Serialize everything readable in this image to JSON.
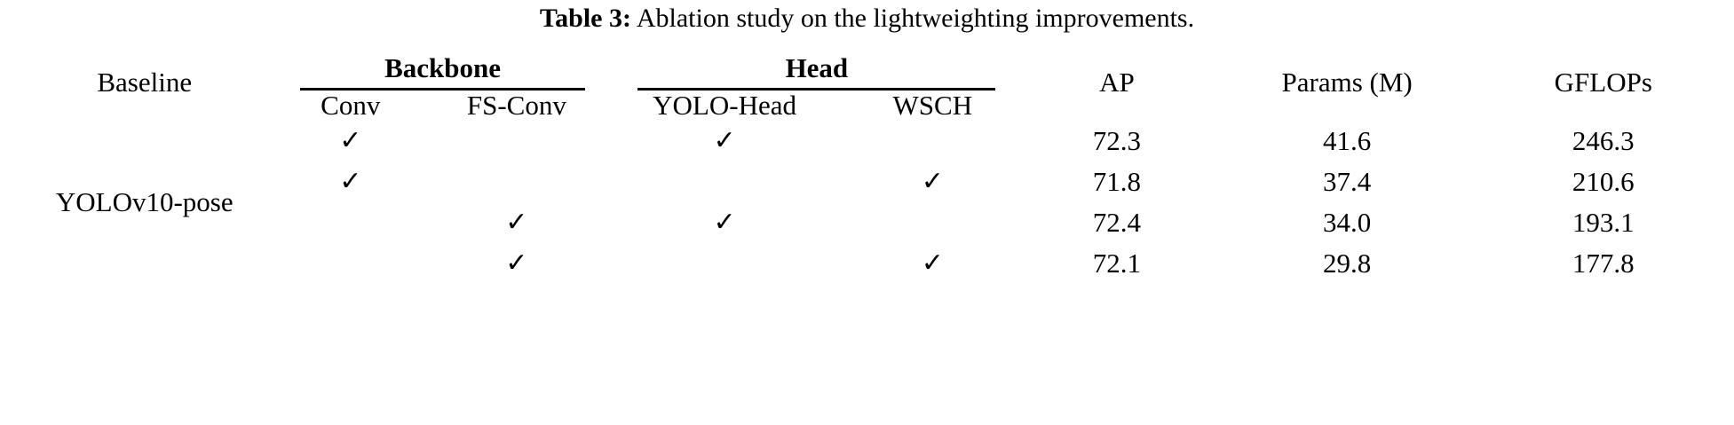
{
  "caption": {
    "label": "Table 3:",
    "text": "Ablation study on the lightweighting improvements."
  },
  "table": {
    "group_headers": {
      "baseline": "Baseline",
      "backbone": "Backbone",
      "head": "Head",
      "ap": "AP",
      "params": "Params (M)",
      "gflops": "GFLOPs"
    },
    "sub_headers": {
      "conv": "Conv",
      "fs_conv": "FS-Conv",
      "yolo_head": "YOLO-Head",
      "wsch": "WSCH"
    },
    "baseline_value": "YOLOv10-pose",
    "check_glyph": "✓",
    "rows": [
      {
        "conv": "✓",
        "fs_conv": "",
        "yolo_head": "✓",
        "wsch": "",
        "ap": "72.3",
        "params": "41.6",
        "gflops": "246.3"
      },
      {
        "conv": "✓",
        "fs_conv": "",
        "yolo_head": "",
        "wsch": "✓",
        "ap": "71.8",
        "params": "37.4",
        "gflops": "210.6"
      },
      {
        "conv": "",
        "fs_conv": "✓",
        "yolo_head": "✓",
        "wsch": "",
        "ap": "72.4",
        "params": "34.0",
        "gflops": "193.1"
      },
      {
        "conv": "",
        "fs_conv": "✓",
        "yolo_head": "",
        "wsch": "✓",
        "ap": "72.1",
        "params": "29.8",
        "gflops": "177.8"
      }
    ]
  },
  "colors": {
    "text": "#000000",
    "background": "#ffffff",
    "rule": "#000000"
  }
}
